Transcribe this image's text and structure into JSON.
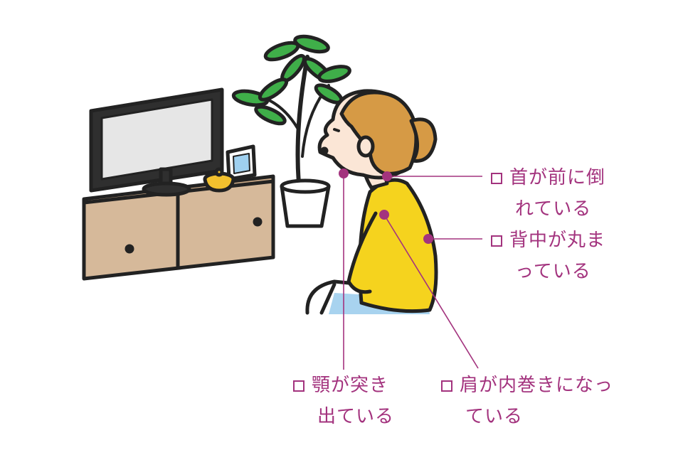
{
  "annotations": {
    "neck": {
      "line1": "首が前に倒",
      "line2": "れている"
    },
    "back": {
      "line1": "背中が丸ま",
      "line2": "っている"
    },
    "chin": {
      "line1": "顎が突き",
      "line2": "出ている"
    },
    "shoulder": {
      "line1": "肩が内巻きになっ",
      "line2": "ている"
    }
  },
  "colors": {
    "annotation": "#a3337e",
    "cabinet": "#d6b99a",
    "sweater": "#f5d31e",
    "hair": "#d69a45",
    "skin": "#fbe6d6",
    "plant_leaf": "#3fae49",
    "tv_screen": "#e6e6e6"
  }
}
